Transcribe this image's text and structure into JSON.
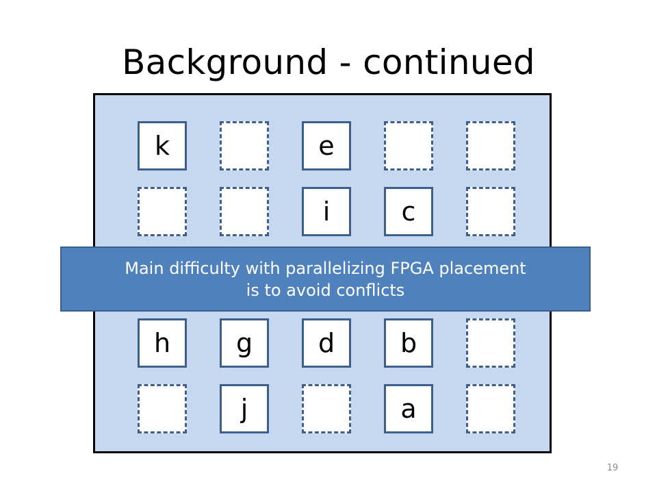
{
  "slide": {
    "title": "Background - continued",
    "page_number": "19"
  },
  "grid": {
    "rows": [
      [
        {
          "label": "k",
          "occupied": true
        },
        {
          "label": "",
          "occupied": false
        },
        {
          "label": "e",
          "occupied": true
        },
        {
          "label": "",
          "occupied": false
        },
        {
          "label": "",
          "occupied": false
        }
      ],
      [
        {
          "label": "",
          "occupied": false
        },
        {
          "label": "",
          "occupied": false
        },
        {
          "label": "i",
          "occupied": true
        },
        {
          "label": "c",
          "occupied": true
        },
        {
          "label": "",
          "occupied": false
        }
      ],
      [
        {
          "label": "h",
          "occupied": true
        },
        {
          "label": "g",
          "occupied": true
        },
        {
          "label": "d",
          "occupied": true
        },
        {
          "label": "b",
          "occupied": true
        },
        {
          "label": "",
          "occupied": false
        }
      ],
      [
        {
          "label": "",
          "occupied": false
        },
        {
          "label": "j",
          "occupied": true
        },
        {
          "label": "",
          "occupied": false
        },
        {
          "label": "a",
          "occupied": true
        },
        {
          "label": "",
          "occupied": false
        }
      ]
    ]
  },
  "callout": {
    "line1": "Main difficulty with parallelizing FPGA placement",
    "line2": "is to avoid conflicts"
  },
  "colors": {
    "board_fill": "#c6d8ef",
    "cell_border": "#3c5f8d",
    "callout_fill": "#4f81bd"
  }
}
